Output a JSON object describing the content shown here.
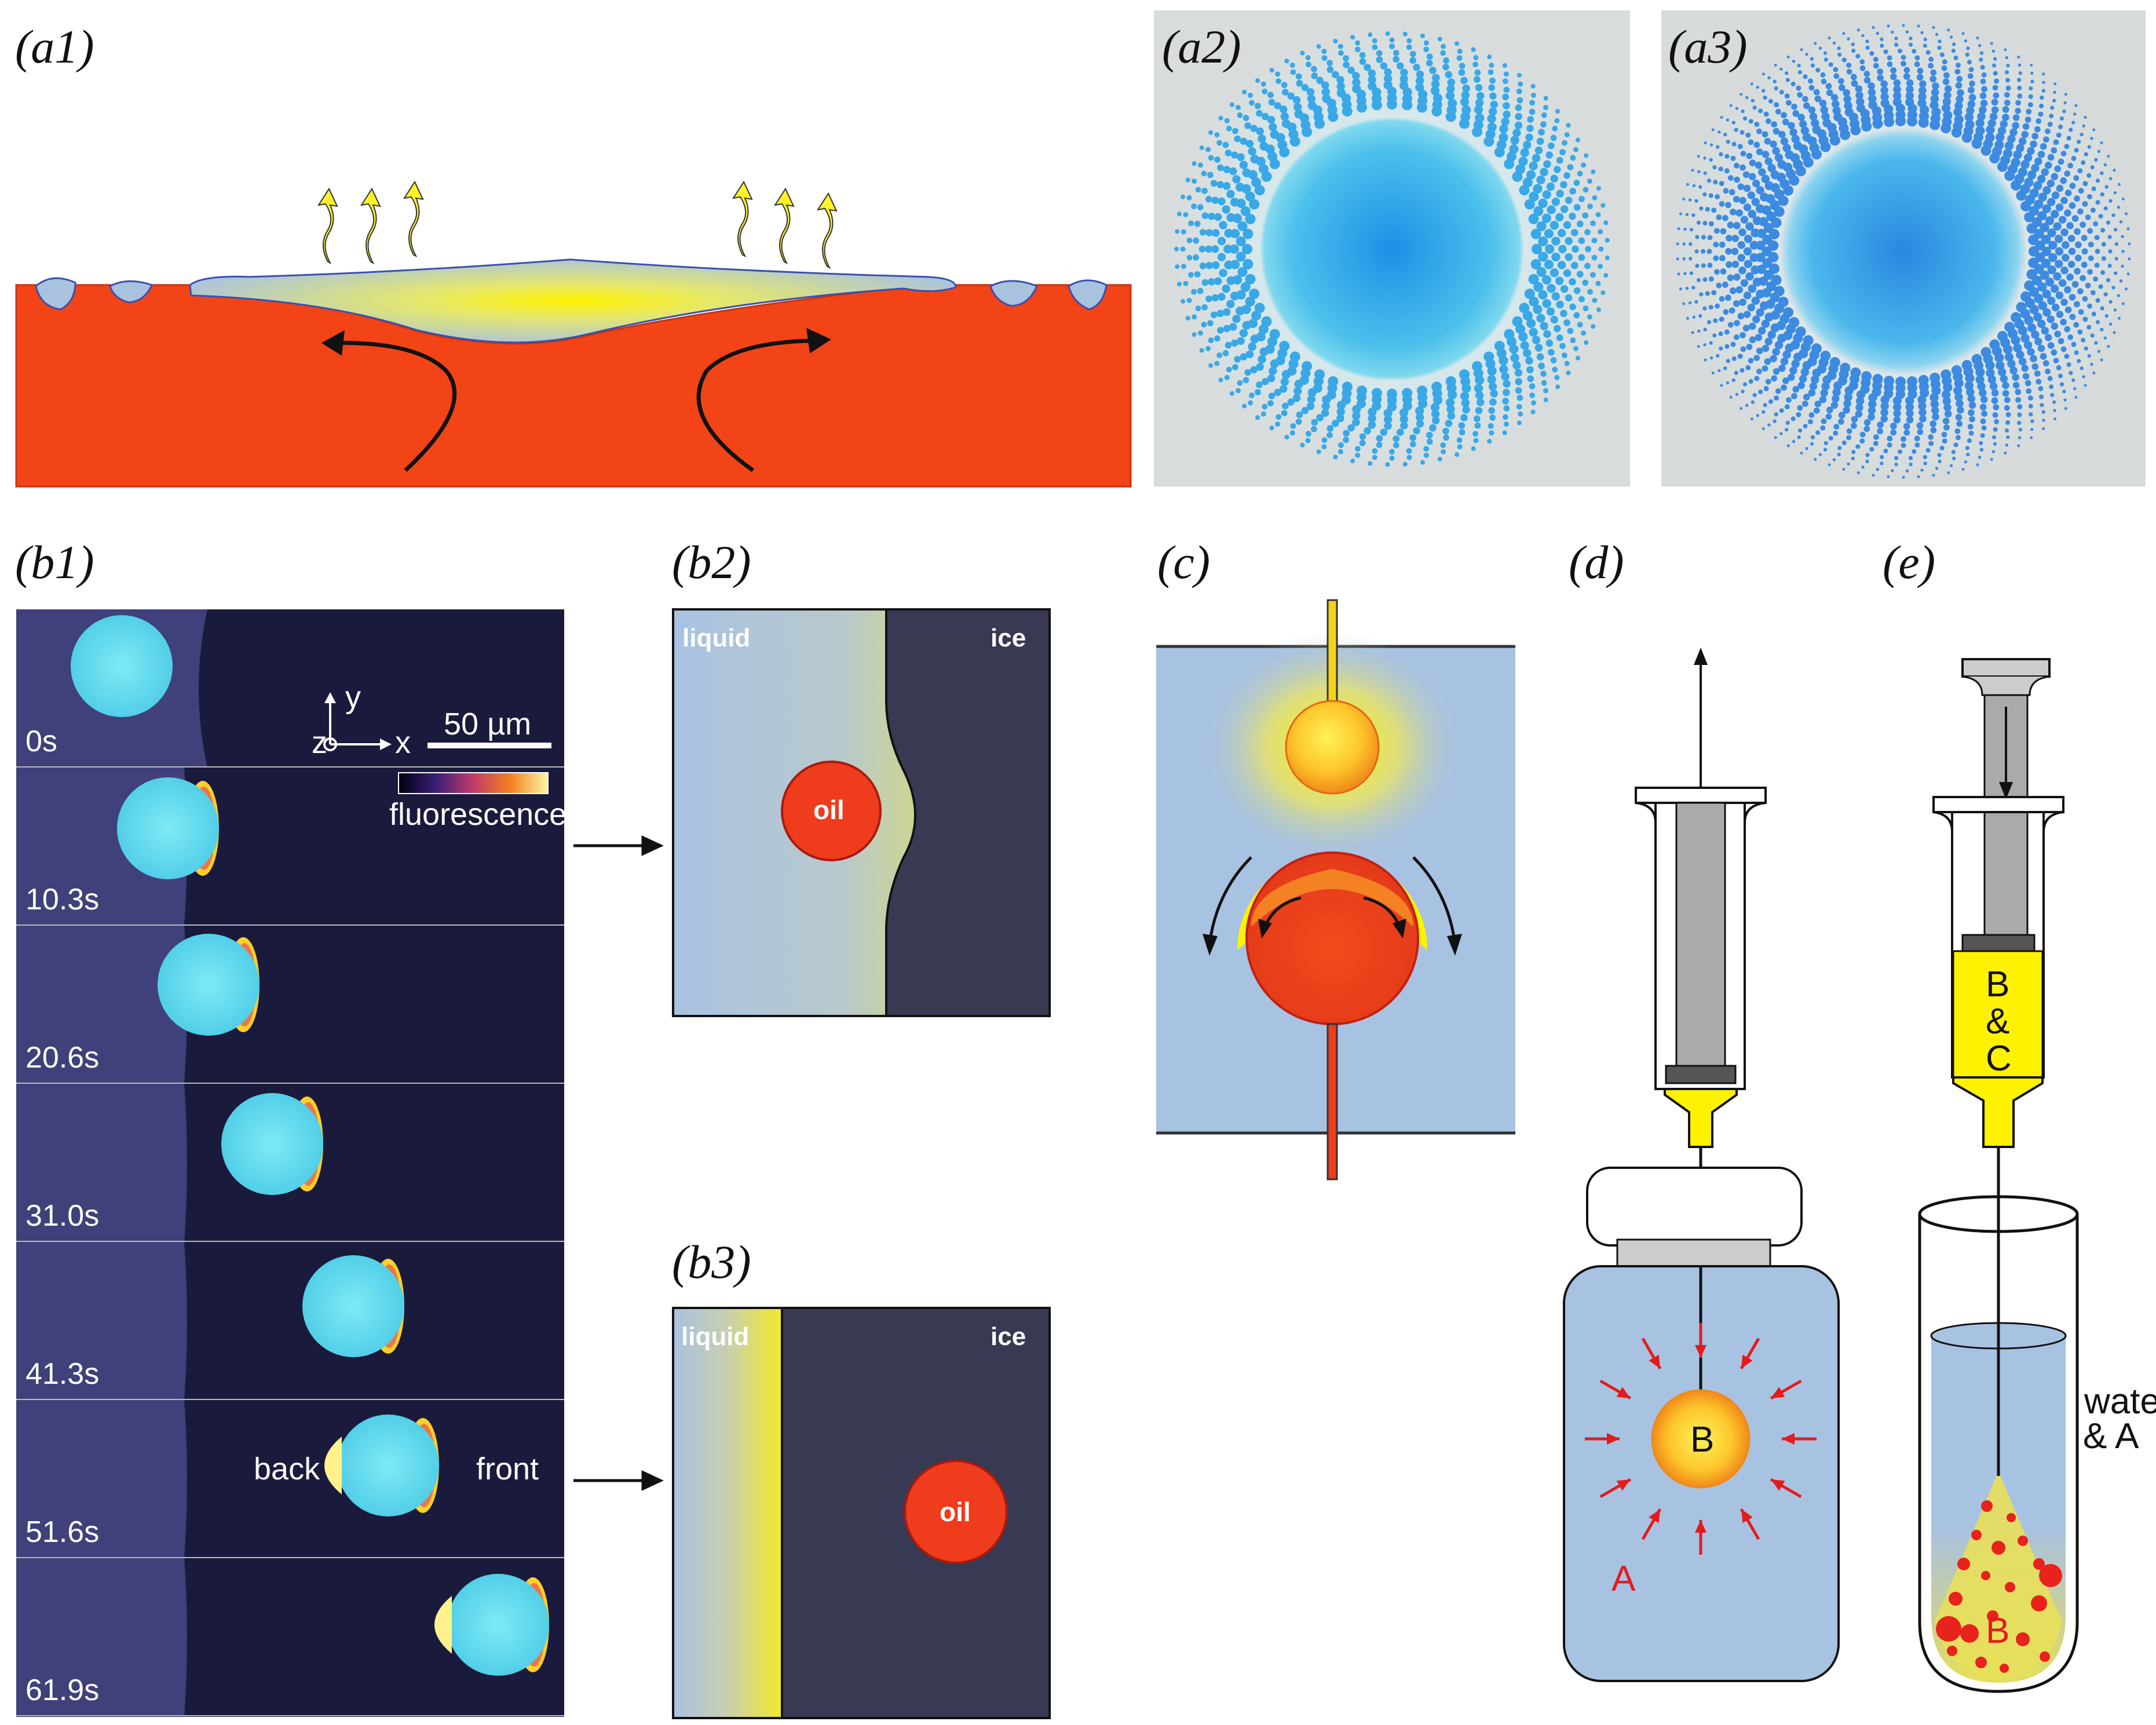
{
  "panels": {
    "a1": "(a1)",
    "a2": "(a2)",
    "a3": "(a3)",
    "b1": "(b1)",
    "b2": "(b2)",
    "b3": "(b3)",
    "c": "(c)",
    "d": "(d)",
    "e": "(e)"
  },
  "b1": {
    "timestamps": [
      "0s",
      "10.3s",
      "20.6s",
      "31.0s",
      "41.3s",
      "51.6s",
      "61.9s"
    ],
    "scale_bar": "50 µm",
    "axis_y": "y",
    "axis_x": "x",
    "axis_z": "z",
    "colorbar_label": "fluorescence",
    "back_label": "back",
    "front_label": "front"
  },
  "b2": {
    "liquid": "liquid",
    "ice": "ice",
    "oil": "oil"
  },
  "b3": {
    "liquid": "liquid",
    "ice": "ice",
    "oil": "oil"
  },
  "d": {
    "drop": "B",
    "solute": "A"
  },
  "e": {
    "syringe_line1": "B",
    "syringe_line2": "&",
    "syringe_line3": "C",
    "water_line1": "water",
    "water_line2": "& A",
    "drop": "B"
  },
  "colors": {
    "substrate": "#f24417",
    "liquid_blue": "#a8c2e2",
    "ice": "#373a52",
    "yellow": "#f7e926",
    "oil_red": "#ee3c1c"
  }
}
